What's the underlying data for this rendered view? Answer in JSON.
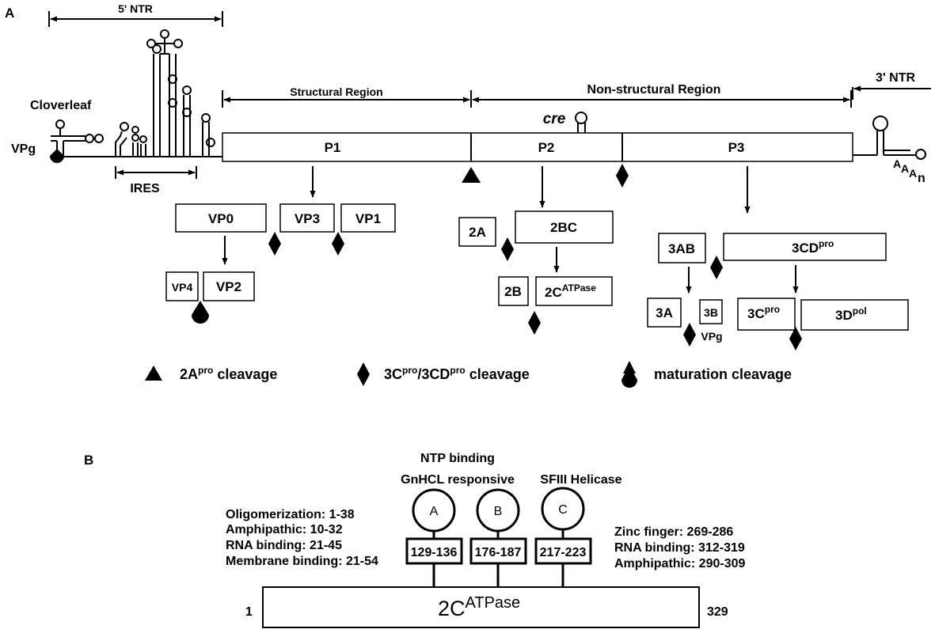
{
  "panel_a": {
    "label": "A",
    "ntr5_label": "5' NTR",
    "ntr3_label": "3' NTR",
    "cloverleaf_label": "Cloverleaf",
    "vpg_label": "VPg",
    "ires_label": "IRES",
    "structural_region_label": "Structural Region",
    "nonstructural_region_label": "Non-structural Region",
    "cre_label": "cre",
    "poly_a": [
      "A",
      "A",
      "A",
      "n"
    ],
    "polyprotein": [
      "P1",
      "P2",
      "P3"
    ],
    "p1_products": [
      "VP0",
      "VP3",
      "VP1"
    ],
    "vp0_products": [
      "VP4",
      "VP2"
    ],
    "p2_products": [
      "2A",
      "2BC"
    ],
    "bc_products": [
      "2B",
      "2C",
      "ATPase"
    ],
    "p3_products": [
      "3AB",
      "3CD",
      "pro"
    ],
    "ab_products": [
      "3A",
      "3B"
    ],
    "vpg_product_label": "VPg",
    "cd_products": [
      {
        "base": "3C",
        "sup": "pro"
      },
      {
        "base": "3D",
        "sup": "pol"
      }
    ],
    "legend": {
      "a2_base": "2A",
      "a2_sup": "pro",
      "a2_rest": " cleavage",
      "c3_base1": "3C",
      "c3_sup1": "pro",
      "c3_mid": "/3CD",
      "c3_sup2": "pro",
      "c3_rest": " cleavage",
      "maturation": "maturation cleavage"
    }
  },
  "panel_b": {
    "label": "B",
    "protein_base": "2C",
    "protein_sup": "ATPase",
    "start": "1",
    "end": "329",
    "left_features": [
      "Oligomerization: 1-38",
      "Amphipathic: 10-32",
      "RNA binding: 21-45",
      "Membrane binding: 21-54"
    ],
    "right_features": [
      "Zinc finger: 269-286",
      "RNA binding: 312-319",
      "Amphipathic: 290-309"
    ],
    "motifs": [
      {
        "letter": "A",
        "range": "129-136"
      },
      {
        "letter": "B",
        "range": "176-187"
      },
      {
        "letter": "C",
        "range": "217-223"
      }
    ],
    "motif_label_1": "NTP binding",
    "motif_label_2": "GnHCL responsive",
    "motif_label_3": "SFIII Helicase"
  }
}
